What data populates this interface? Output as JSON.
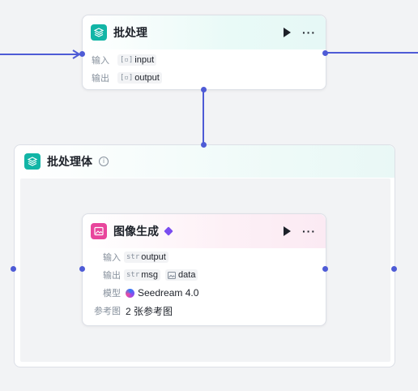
{
  "batch_node": {
    "title": "批处理",
    "input_label": "输入",
    "input_var": "input",
    "output_label": "输出",
    "output_var": "output"
  },
  "batch_body": {
    "title": "批处理体"
  },
  "image_node": {
    "title": "图像生成",
    "input_label": "输入",
    "input_type": "str",
    "input_var": "output",
    "output_label": "输出",
    "output_type": "str",
    "output_var1": "msg",
    "output_var2": "data",
    "model_label": "模型",
    "model_value": "Seedream 4.0",
    "ref_label": "参考图",
    "ref_value": "2 张参考图"
  },
  "colors": {
    "wire": "#4e5bd6",
    "teal_icon": "#12b5a6",
    "pink_icon": "#e8459c"
  }
}
